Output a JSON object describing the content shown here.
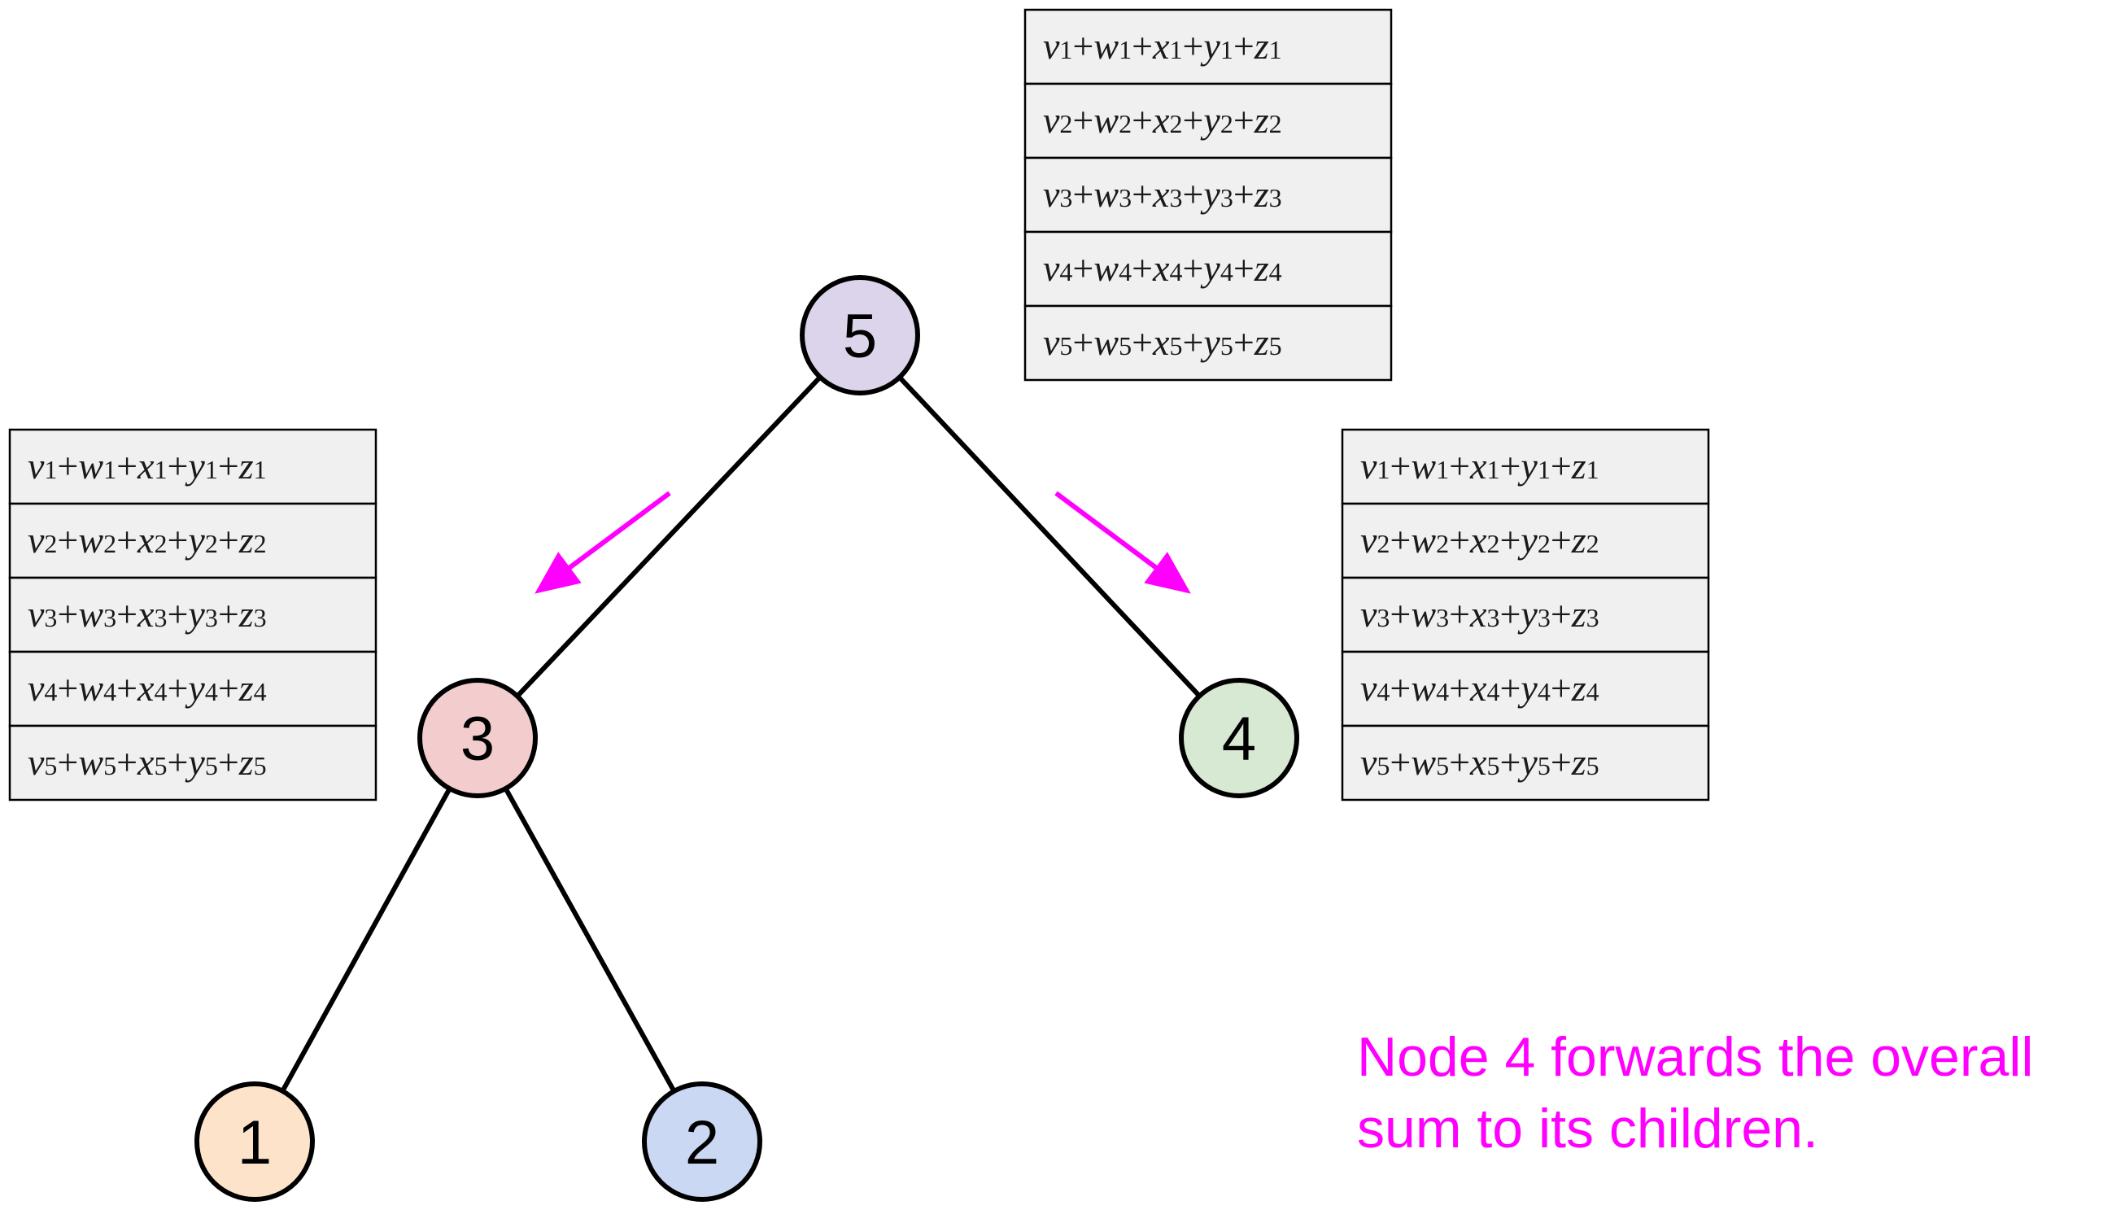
{
  "nodes": [
    {
      "id": "5",
      "label": "5",
      "fill": "#dcd4ea"
    },
    {
      "id": "3",
      "label": "3",
      "fill": "#f3cdcd"
    },
    {
      "id": "4",
      "label": "4",
      "fill": "#d7e8d3"
    },
    {
      "id": "1",
      "label": "1",
      "fill": "#fce3c9"
    },
    {
      "id": "2",
      "label": "2",
      "fill": "#cad8f4"
    }
  ],
  "edges": [
    [
      "5",
      "3"
    ],
    [
      "5",
      "4"
    ],
    [
      "3",
      "1"
    ],
    [
      "3",
      "2"
    ]
  ],
  "sum_table": {
    "rows": [
      [
        "v",
        "w",
        "x",
        "y",
        "z",
        "1"
      ],
      [
        "v",
        "w",
        "x",
        "y",
        "z",
        "2"
      ],
      [
        "v",
        "w",
        "x",
        "y",
        "z",
        "3"
      ],
      [
        "v",
        "w",
        "x",
        "y",
        "z",
        "4"
      ],
      [
        "v",
        "w",
        "x",
        "y",
        "z",
        "5"
      ]
    ],
    "operator": "+",
    "cell_fill": "#f0f0f0"
  },
  "tables": [
    {
      "name": "table-root",
      "attached_to": "5"
    },
    {
      "name": "table-left",
      "attached_to": "3"
    },
    {
      "name": "table-right",
      "attached_to": "4"
    }
  ],
  "arrow_color": "#ff00ff",
  "caption": {
    "line1": "Node 4 forwards the overall",
    "line2": "sum to its children."
  }
}
